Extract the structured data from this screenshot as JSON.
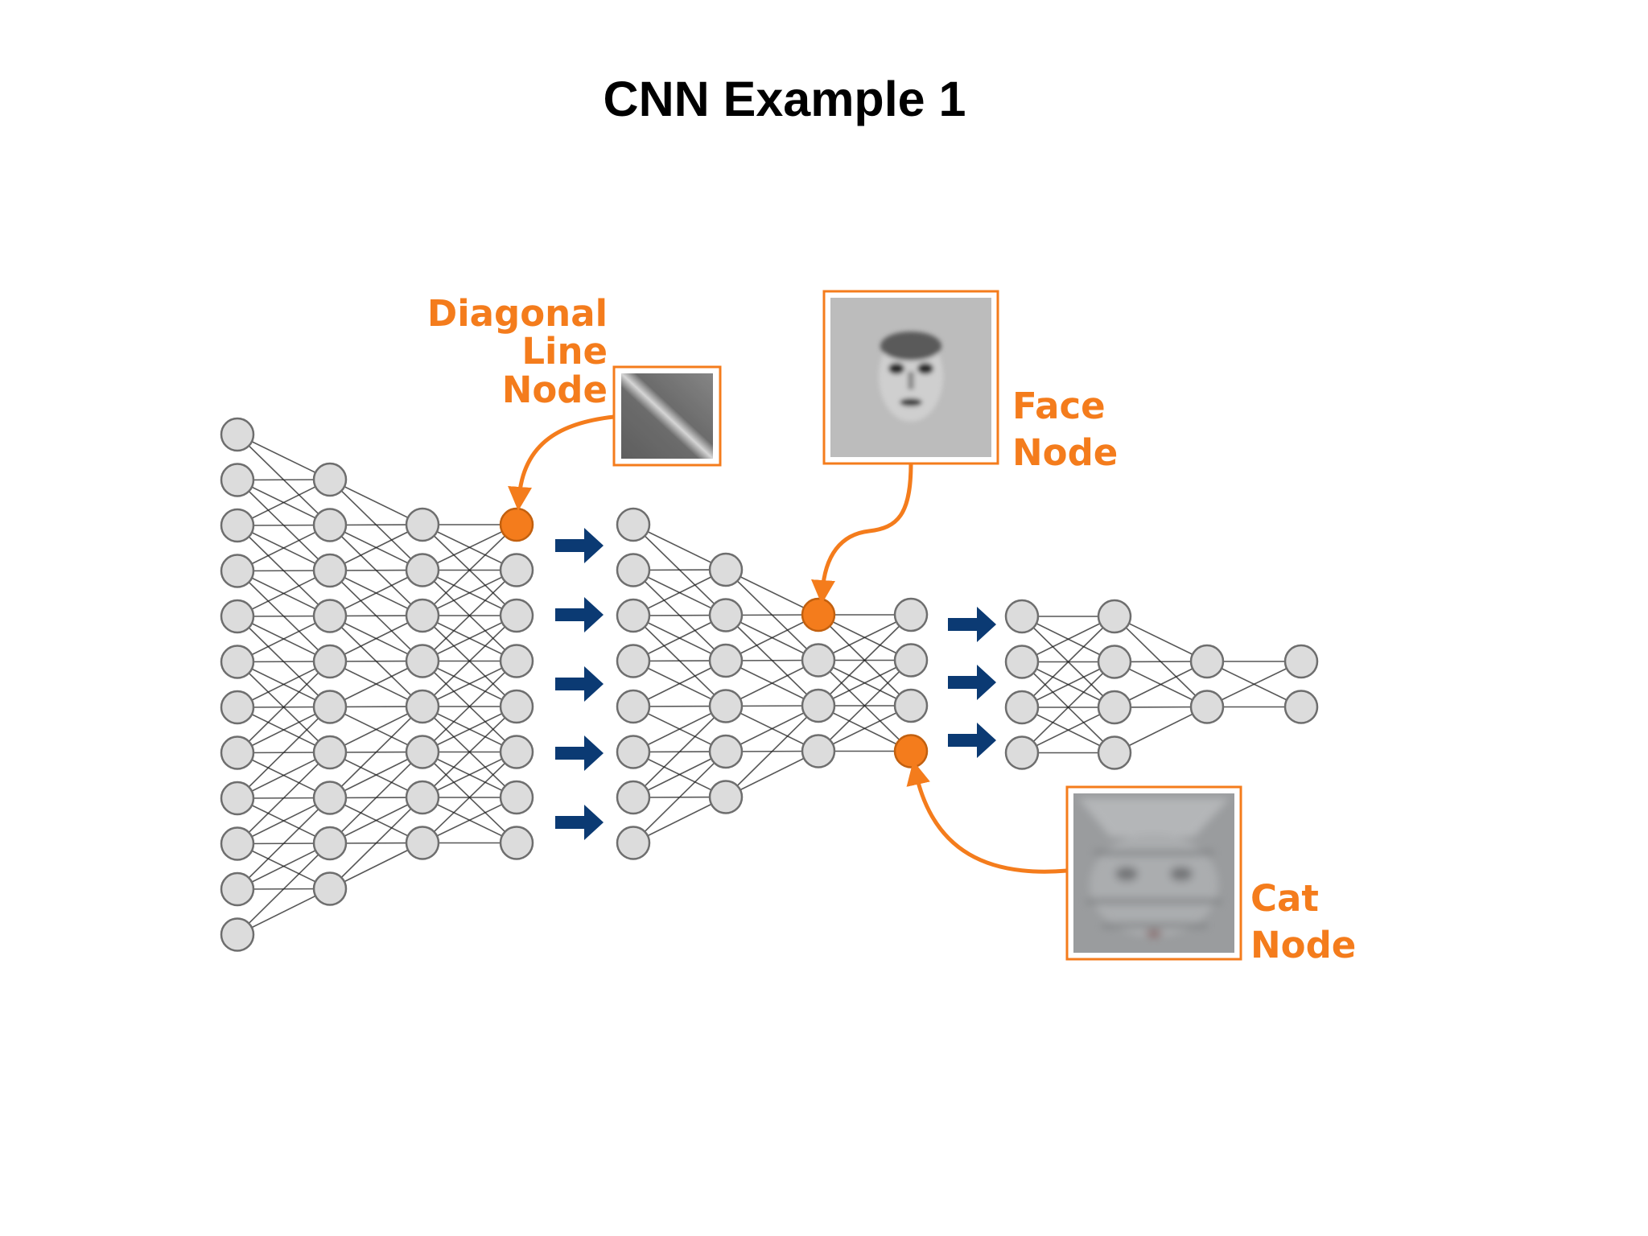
{
  "slide": {
    "title": "CNN Example 1"
  },
  "labels": {
    "diagonal": [
      "Diagonal",
      "Line",
      "Node"
    ],
    "face": [
      "Face",
      "Node"
    ],
    "cat": [
      "Cat",
      "Node"
    ]
  },
  "colors": {
    "accent": "#f47c1c",
    "node_fill": "#dcdcdc",
    "node_stroke": "#6e6e6e",
    "edge": "#1f1f1f",
    "arrow": "#0b3a73"
  },
  "network": {
    "stage1_layer_sizes": [
      12,
      10,
      8,
      8
    ],
    "stage2_layer_sizes": [
      8,
      6,
      4,
      4
    ],
    "stage3_layer_sizes": [
      4,
      4,
      2,
      2
    ],
    "highlighted": [
      "diagonal-line-node",
      "face-node",
      "cat-node"
    ]
  },
  "icons": [
    "right-arrow-icon",
    "diagonal-line-feature-image",
    "face-feature-image",
    "cat-feature-image"
  ]
}
